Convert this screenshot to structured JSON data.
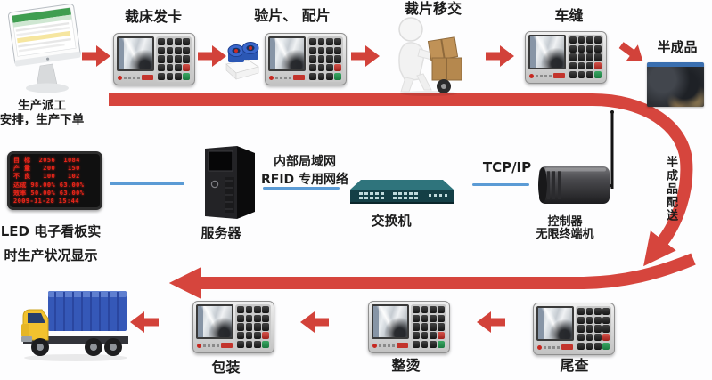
{
  "colors": {
    "band_red": "#d6453d",
    "arrow_red": "#d2423a",
    "line_blue": "#5b9bd5",
    "label_text": "#1c1c1c",
    "led_text": "#e8251a"
  },
  "flow_top": {
    "computer": {
      "label_line1": "生产派工",
      "label_line2": "安排，生产下单"
    },
    "cutting_card": {
      "label": "裁床发卡"
    },
    "inspect_match": {
      "label": "验片、 配片"
    },
    "piece_transfer": {
      "label": "裁片移交"
    },
    "sewing": {
      "label": "车缝"
    },
    "semi_finished": {
      "label": "半成品"
    }
  },
  "middle": {
    "led_board": {
      "label_line1": "LED 电子看板实",
      "label_line2": "时生产状况显示",
      "rows": [
        "目 标  2056  1084",
        "产 量   200   150",
        "不 良   100   102",
        "达成 98.00% 63.00%",
        "效率 50.00% 63.00%",
        "2009-11-28 15:44"
      ]
    },
    "server": {
      "label": "服务器"
    },
    "network": {
      "label_line1": "内部局域网",
      "label_line2": "RFID 专用网络"
    },
    "switch": {
      "label": "交换机"
    },
    "tcpip": {
      "label": "TCP/IP"
    },
    "controller": {
      "label_line1": "控制器",
      "label_line2": "无限终端机"
    },
    "delivery": {
      "label": "半成品配送"
    }
  },
  "flow_bottom": {
    "tail_check": {
      "label": "尾查"
    },
    "ironing": {
      "label": "整烫"
    },
    "packing": {
      "label": "包装"
    }
  }
}
